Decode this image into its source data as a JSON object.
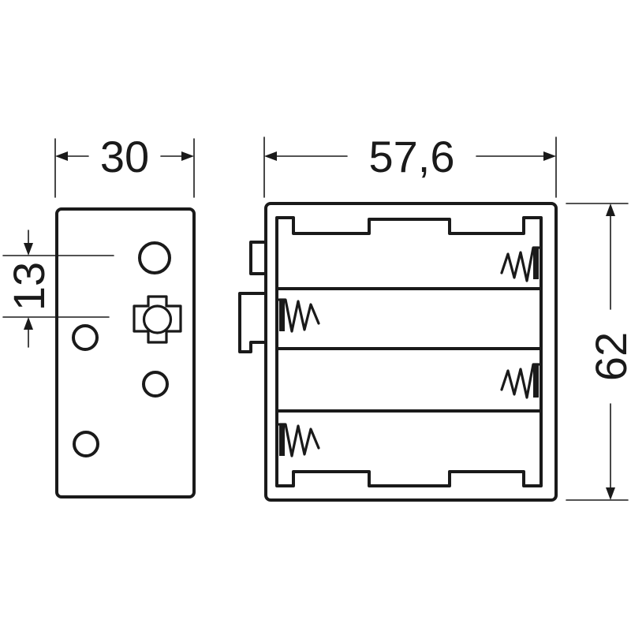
{
  "dimensions": {
    "side_width": "30",
    "front_width": "57,6",
    "height": "62",
    "offset": "13"
  },
  "colors": {
    "line": "#1a1a1a",
    "background": "#ffffff"
  }
}
